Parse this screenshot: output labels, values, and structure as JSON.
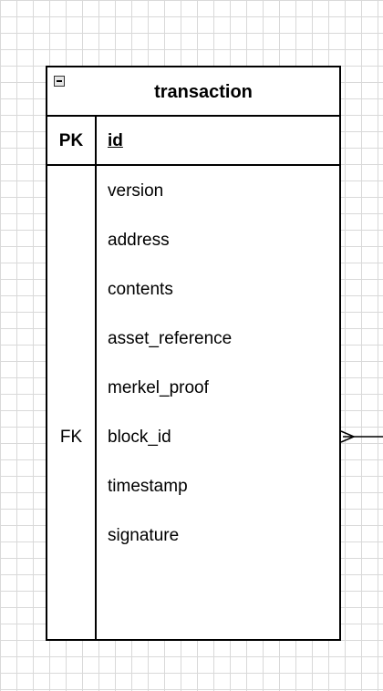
{
  "entity": {
    "title": "transaction",
    "primary_key": {
      "key": "PK",
      "name": "id"
    },
    "attributes": [
      {
        "key": "",
        "name": "version"
      },
      {
        "key": "",
        "name": "address"
      },
      {
        "key": "",
        "name": "contents"
      },
      {
        "key": "",
        "name": "asset_reference"
      },
      {
        "key": "",
        "name": "merkel_proof"
      },
      {
        "key": "FK",
        "name": "block_id"
      },
      {
        "key": "",
        "name": "timestamp"
      },
      {
        "key": "",
        "name": "signature"
      }
    ]
  },
  "connector": {
    "type": "many",
    "target_attribute": "block_id"
  },
  "colors": {
    "grid": "#d9d9d9",
    "stroke": "#000000",
    "background": "#ffffff"
  },
  "icons": {
    "collapse": "minus-box-icon"
  }
}
